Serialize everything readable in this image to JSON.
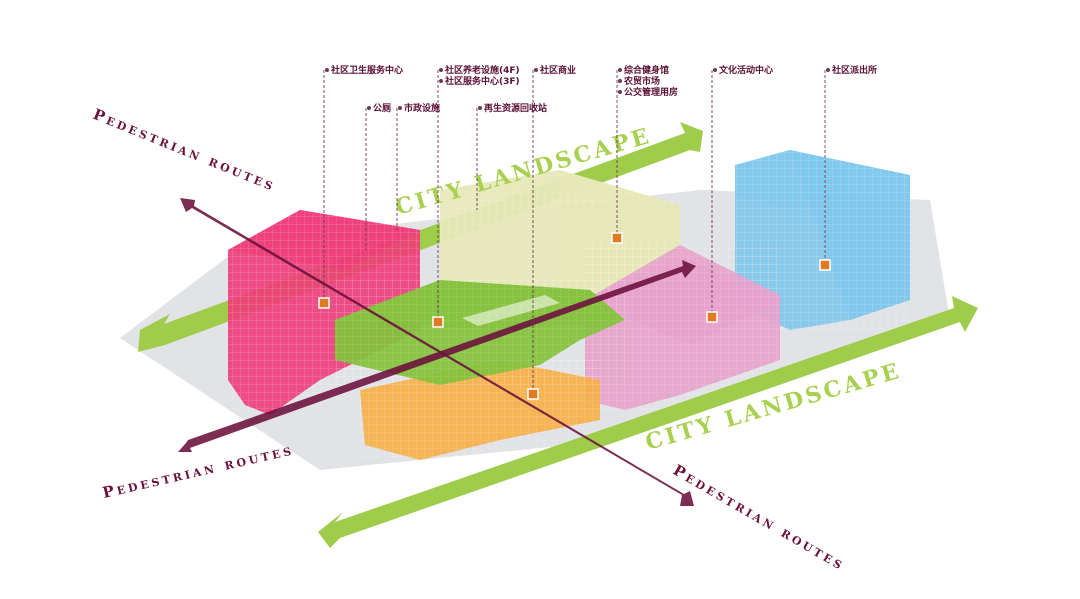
{
  "colors": {
    "pedestrian": "#6b0f3c",
    "landscape": "#9fcc4a",
    "landscape_text": "#a9d150",
    "pedestrian_text": "#6b0f3c",
    "marker": "#e07b22",
    "leader": "#6b3a55",
    "building_health": "#ee3c7a",
    "building_elderly": "#86c23e",
    "building_commerce": "#f6b04a",
    "building_fitness": "#e7e8b8",
    "building_culture": "#e7a3cc",
    "building_police": "#7fc7ec",
    "ground": "#d9dce0"
  },
  "texts": {
    "pedestrian_routes": "Pedestrian routes",
    "city_landscape": "CITY LANDSCAPE"
  },
  "labels": {
    "health": "社区卫生服务中心",
    "toilet": "公厕",
    "municipal": "市政设施",
    "elderly": "社区养老设施(4F)",
    "service": "社区服务中心(3F)",
    "recycle": "再生资源回收站",
    "commerce": "社区商业",
    "gym": "综合健身馆",
    "market": "农贸市场",
    "bus": "公交管理用房",
    "culture": "文化活动中心",
    "police": "社区派出所"
  }
}
